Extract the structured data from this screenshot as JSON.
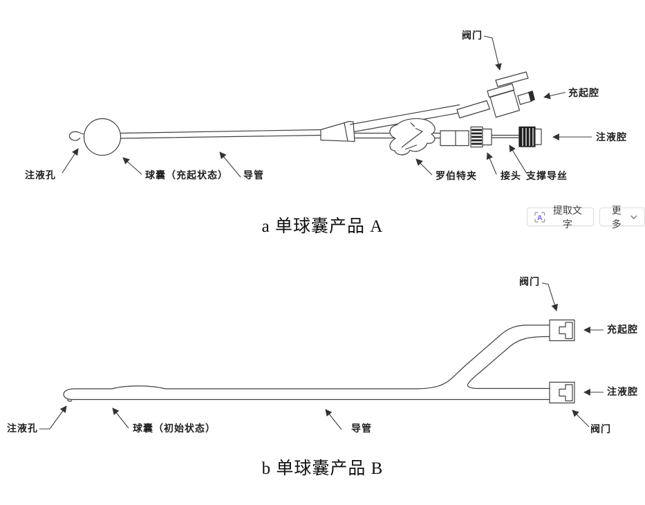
{
  "figure_a": {
    "caption": "a 单球囊产品 A",
    "labels": {
      "valve": "阀门",
      "inflation_lumen": "充起腔",
      "injection_lumen": "注液腔",
      "injection_hole": "注液孔",
      "balloon": "球囊（充起状态）",
      "catheter": "导管",
      "roberts_clamp": "罗伯特夹",
      "connector": "接头",
      "support_guidewire": "支撑导丝"
    }
  },
  "figure_b": {
    "caption": "b 单球囊产品 B",
    "labels": {
      "valve_top": "阀门",
      "inflation_lumen": "充起腔",
      "injection_lumen": "注液腔",
      "valve_bottom": "阀门",
      "injection_hole": "注液孔",
      "balloon": "球囊（初始状态）",
      "catheter": "导管"
    }
  },
  "toolbar": {
    "extract_icon_letter": "A",
    "extract_text_label": "提取文字",
    "more_label": "更多"
  },
  "colors": {
    "line": "#3f3f3f",
    "accent_purple": "#7b5af0",
    "button_border": "#dcdcdc"
  }
}
